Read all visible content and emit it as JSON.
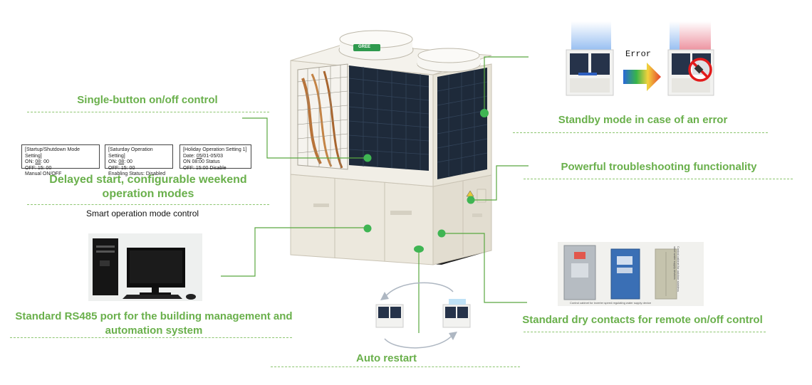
{
  "features": {
    "single_button": "Single-button on/off control",
    "delayed_start_line1": "Delayed start, configurable weekend",
    "delayed_start_line2": "operation modes",
    "smart_mode": "Smart operation mode control",
    "rs485_line1": "Standard RS485 port for the building management and",
    "rs485_line2": "automation system",
    "auto_restart": "Auto restart",
    "standby": "Standby mode in case of an error",
    "troubleshooting": "Powerful troubleshooting functionality",
    "dry_contacts": "Standard dry contacts for remote on/off control"
  },
  "error_label": "Error",
  "settings_boxes": [
    {
      "title": "[Startup/Shutdown Mode Setting]",
      "line1_prefix": "ON: ",
      "line1_ul": "08",
      "line1_suffix": ": 00",
      "line2": "OFF: 15: 00",
      "line3": "Manual ON/OFF"
    },
    {
      "title": "[Saturday Operation Setting]",
      "line1_prefix": "ON: ",
      "line1_ul": "08",
      "line1_suffix": ": 00",
      "line2": "OFF: 15: 00",
      "line3": "Enabling Status: Disabled"
    },
    {
      "title": "[Holiday Operation Setting 1]",
      "line1_prefix": "Date: ",
      "line1_ul": "05",
      "line1_suffix": "/01-05/03",
      "line2": "ON 08:00 Status",
      "line3": "OFF: 15:00 Disable"
    }
  ],
  "cabinet_captions": {
    "left": "Control cabinet for inverter speed regulating water supply device",
    "right": "Control cabinet for outdoor stainless steel water supply devices"
  },
  "unit_brand": "GREE",
  "colors": {
    "accent": "#6ab04c",
    "panel": "#ece8dd",
    "coil": "#1e2a3a"
  }
}
